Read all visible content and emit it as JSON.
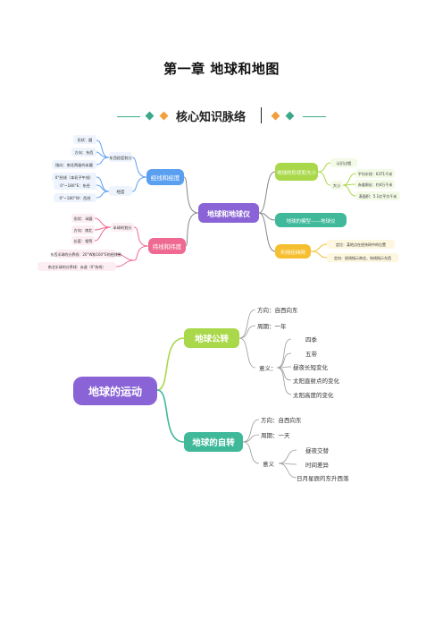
{
  "chapter_title": "第一章  地球和地图",
  "section_title": "核心知识脉络",
  "colors": {
    "teal": "#3ba88a",
    "orange": "#f2a03c",
    "blue": "#5b9ff0",
    "pink": "#ef6a92",
    "purple": "#8a64d6",
    "lime": "#a9d84a",
    "green": "#3fb99a",
    "yellow": "#f5bf2f"
  },
  "map1": {
    "center": "地球和地球仪",
    "left_top": {
      "label": "经线和经度",
      "items": [
        "形状：圆",
        "方向：东西",
        "指向：南北两极的半圆",
        "0°经线（本初子午线）",
        "经度"
      ],
      "sub": [
        "东西经度划分",
        "0°~180°E：东经",
        "0°~180°W：西经"
      ]
    },
    "left_bottom": {
      "label": "纬线和纬度",
      "items": [
        "形状：半圆",
        "方向：南北",
        "长度：相等"
      ],
      "sub": [
        "半球的划分",
        "东西半球的分界线：20°W和160°E的经线圈",
        "南北半球的分界线：赤道（0°纬线）"
      ]
    },
    "right_top": {
      "label": "地球的形状和大小",
      "items": [
        "认识过程",
        "平均半径：6371千米",
        "赤道周长：约4万千米",
        "表面积：5.1亿平方千米"
      ],
      "sub": "大小"
    },
    "right_mid": {
      "label": "地球的模型——地球仪"
    },
    "right_bottom": {
      "label": "利用经纬网",
      "items": [
        "定位：某地点在经纬网中的位置",
        "定向：经线指示南北，纬线指示东西"
      ]
    }
  },
  "map2": {
    "center": "地球的运动",
    "revolution": {
      "label": "地球公转",
      "direction": "方向：自西向东",
      "period": "周期：一年",
      "meaning_label": "意义：",
      "meanings": [
        "四季",
        "五带",
        "昼夜长短变化",
        "太阳直射点的变化",
        "太阳高度的变化"
      ]
    },
    "rotation": {
      "label": "地球的自转",
      "direction": "方向：自西向东",
      "period": "周期：一天",
      "meaning_label": "意义",
      "meanings": [
        "昼夜交替",
        "时间差异",
        "日月星辰的东升西落"
      ]
    }
  }
}
